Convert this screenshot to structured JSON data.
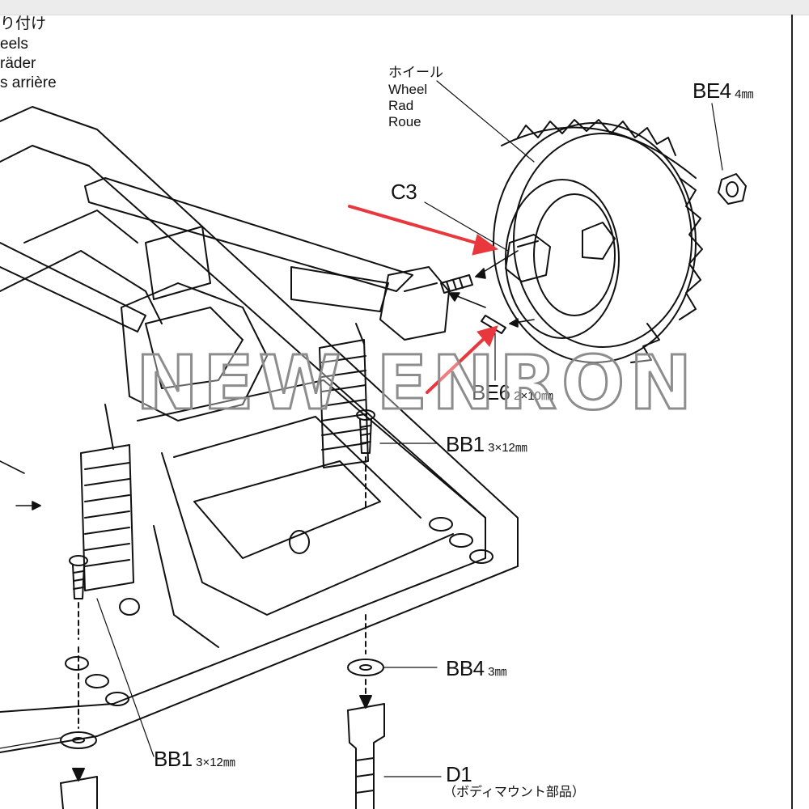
{
  "header": {
    "line1": "り付け",
    "line2": "eels",
    "line3": "räder",
    "line4": "s arrière"
  },
  "wheel": {
    "jp": "ホイール",
    "en": "Wheel",
    "de": "Rad",
    "fr": "Roue"
  },
  "parts": {
    "be4": {
      "code": "BE4",
      "size": "4㎜"
    },
    "c3": {
      "code": "C3"
    },
    "be6": {
      "code": "BE6",
      "size": "2×10㎜"
    },
    "bb1_right": {
      "code": "BB1",
      "size": "3×12㎜"
    },
    "bb4": {
      "code": "BB4",
      "size": "3㎜"
    },
    "bb1_bottom": {
      "code": "BB1",
      "size": "3×12㎜"
    },
    "d1": {
      "code": "D1",
      "note": "（ボディマウント部品）"
    }
  },
  "watermark": "NEW ENRON",
  "colors": {
    "line": "#111111",
    "arrow": "#e8383d",
    "watermark_stroke": "#8d8d8d",
    "toolbar": "#ececec"
  }
}
